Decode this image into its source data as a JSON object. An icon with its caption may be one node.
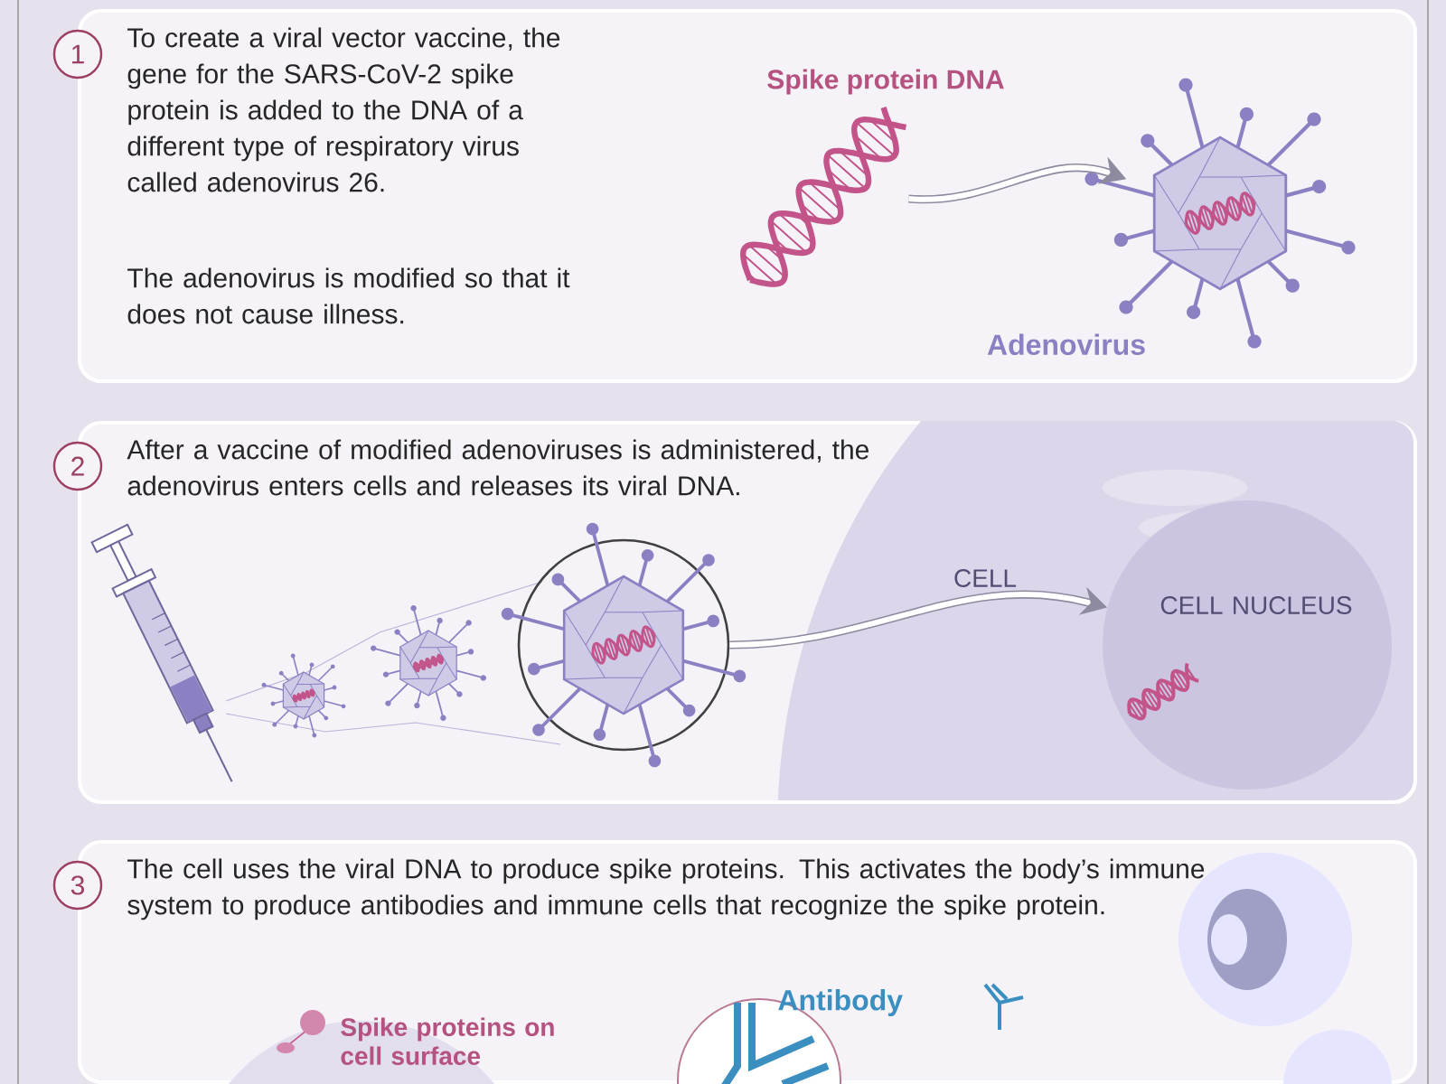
{
  "diagram": {
    "nodes": [
      {
        "text": [
          "To create a viral vector vaccine, the gene for the SARS-CoV-2 spike protein is added to the DNA of a different type of respiratory virus called adenovirus 26.",
          "The adenovirus is modified so that it does not cause illness."
        ]
      },
      {
        "text": [
          "1"
        ]
      },
      {
        "text": [
          "Spike protein DNA"
        ],
        "in": 0
      },
      {
        "text": [
          "Adenovirus"
        ],
        "in": 0
      },
      {
        "text": [
          "After a vaccine of modified adenoviruses is administered, the adenovirus enters cells and releases its viral DNA."
        ]
      },
      {
        "text": [
          "2"
        ]
      },
      {
        "text": [],
        "shape": "circle",
        "in": 4
      },
      {
        "text": [
          "CELL NUCLEUS"
        ],
        "in": 4
      },
      {
        "text": [
          "The cell uses the viral DNA to produce spike proteins. This activates the body’s immune system to produce antibodies and immune cells that recognize the spike protein."
        ]
      },
      {
        "text": [
          "3"
        ]
      }
    ],
    "edges": [
      {
        "from": 2,
        "to": 3,
        "arrow": "to"
      },
      {
        "from": 6,
        "to": 7,
        "arrow": "to"
      }
    ],
    "labels": [
      "CELL",
      "Antibody",
      "Spike proteins on cell surface"
    ]
  }
}
